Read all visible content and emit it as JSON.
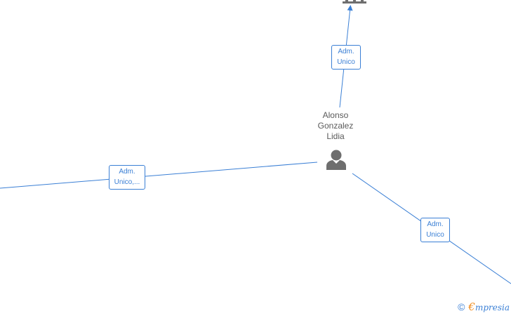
{
  "nodes": {
    "person": {
      "name_lines": [
        "Alonso",
        "Gonzalez",
        "Lidia"
      ],
      "icon": "person-icon"
    },
    "company_top": {
      "icon": "building-icon"
    }
  },
  "edges": [
    {
      "id": "top",
      "label_lines": [
        "Adm.",
        "Unico"
      ]
    },
    {
      "id": "left",
      "label_lines": [
        "Adm.",
        "Unico,..."
      ]
    },
    {
      "id": "right",
      "label_lines": [
        "Adm.",
        "Unico"
      ]
    }
  ],
  "footer": {
    "copyright_symbol": "©",
    "brand_first_letter": "€",
    "brand_rest": "mpresia"
  },
  "colors": {
    "edge": "#3a7fd5",
    "node_icon": "#6e6e6e",
    "brand_accent": "#f08c1e"
  }
}
